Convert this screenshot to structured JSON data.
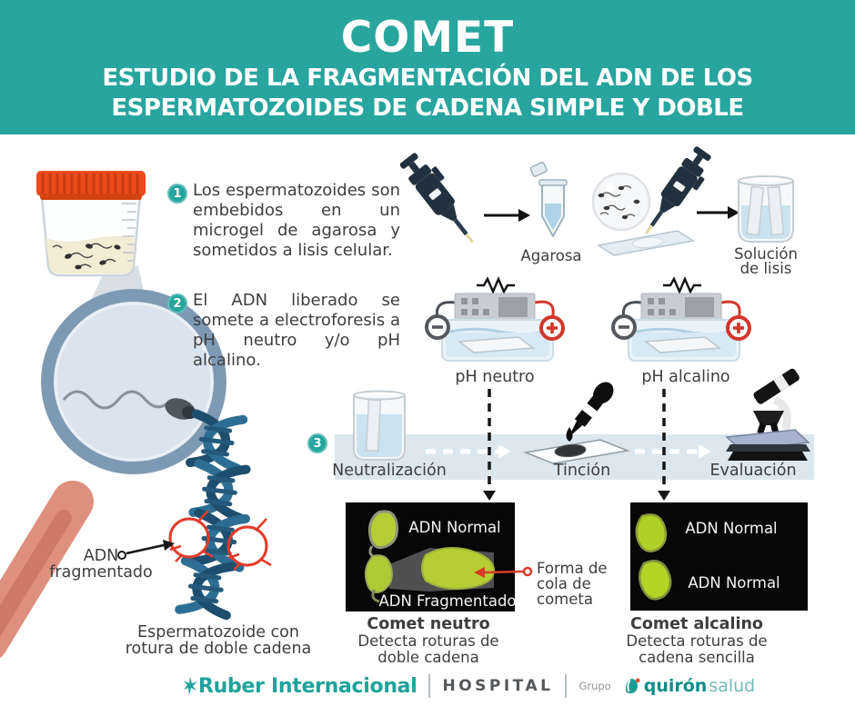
{
  "header": {
    "title": "COMET",
    "subtitle1": "ESTUDIO DE LA FRAGMENTACIÓN DEL ADN DE LOS",
    "subtitle2": "ESPERMATOZOIDES DE CADENA SIMPLE Y DOBLE"
  },
  "steps": {
    "one": {
      "num": "1",
      "text": "Los espermatozoides son embebidos en un microgel de agarosa y sometidos a lisis celular."
    },
    "two": {
      "num": "2",
      "text": "El ADN liberado se somete a electroforesis a pH neutro y/o pH alcalino."
    },
    "three": {
      "num": "3"
    }
  },
  "labels": {
    "agarosa": "Agarosa",
    "solucion1": "Solución",
    "solucion2": "de lisis",
    "ph_neutro": "pH neutro",
    "ph_alcalino": "pH alcalino",
    "neutralizacion": "Neutralización",
    "tincion": "Tinción",
    "evaluacion": "Evaluación",
    "adn_frag1": "ADN",
    "adn_frag2": "fragmentado",
    "sperm_caption1": "Espermatozoide con",
    "sperm_caption2": "rotura de doble cadena"
  },
  "results": {
    "neutro": {
      "label_top": "ADN Normal",
      "label_bottom": "ADN Fragmentado",
      "title": "Comet neutro",
      "desc1": "Detecta roturas de",
      "desc2": "doble cadena"
    },
    "alcalino": {
      "label_top": "ADN Normal",
      "label_bottom": "ADN Normal",
      "title": "Comet alcalino",
      "desc1": "Detecta roturas de",
      "desc2": "cadena sencilla"
    },
    "annotation1": "Forma de",
    "annotation2": "cola de",
    "annotation3": "cometa"
  },
  "footer": {
    "brand": "Ruber Internacional",
    "hospital": "HOSPITAL",
    "grupo": "Grupo",
    "quiron": "quirón",
    "salud": "salud"
  },
  "icons": [
    "specimen-cup-icon",
    "magnifying-glass-icon",
    "dna-helix-icon",
    "micropipette-icon",
    "microtube-icon",
    "sperm-sphere-icon",
    "glass-slide-icon",
    "lysis-beaker-icon",
    "electrophoresis-unit-icon",
    "neutralization-beaker-icon",
    "dropper-icon",
    "microscope-icon",
    "comet-blob-icon",
    "ruber-mark-icon",
    "quironsalud-mark-icon"
  ],
  "colors": {
    "teal": "#27A59E",
    "band": "#DCE7ED",
    "red": "#D93A26",
    "green": "#B5CE31",
    "lid_orange": "#EC4B1C",
    "box_black": "#070707",
    "dna_blue": "#1E4E6E",
    "handle_salmon": "#DF8F7D",
    "text": "#3E3E3E"
  }
}
